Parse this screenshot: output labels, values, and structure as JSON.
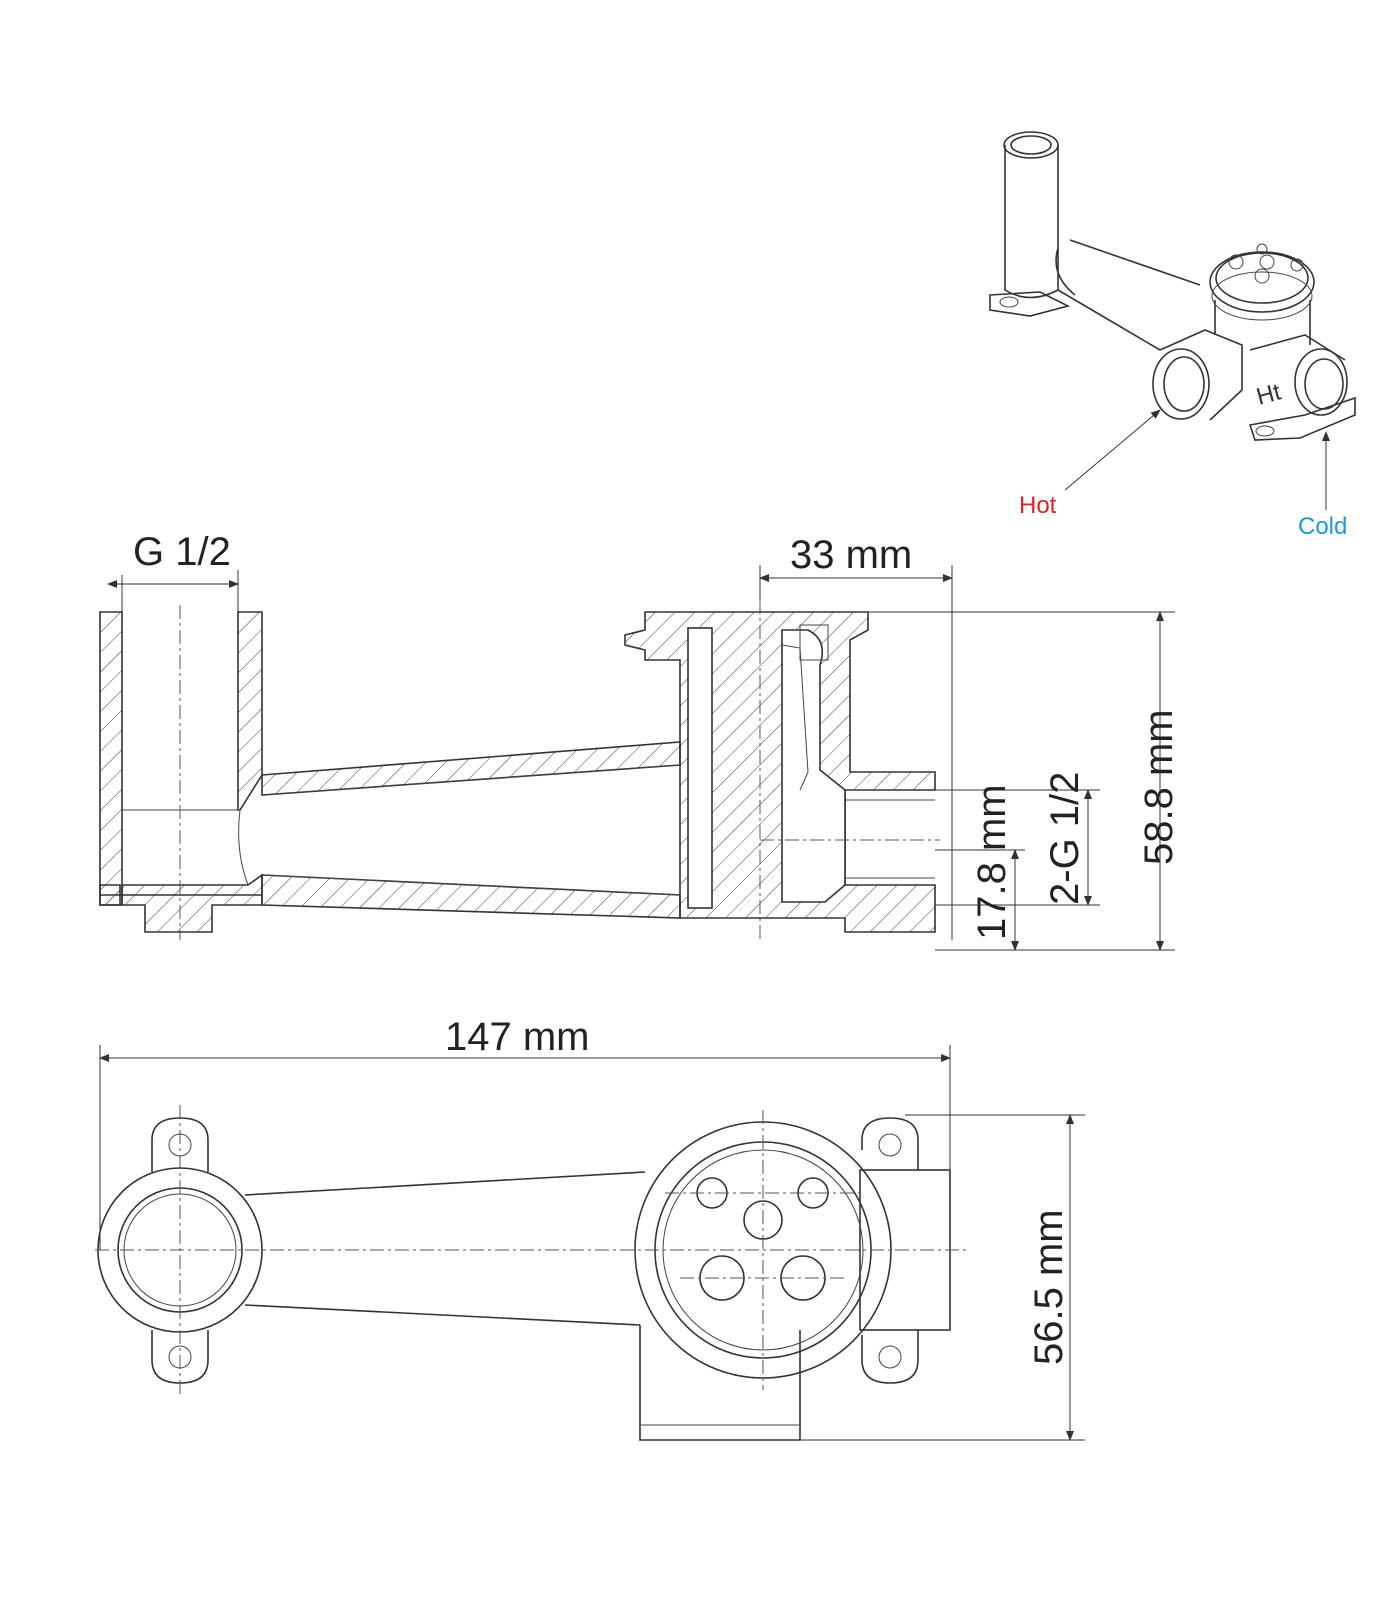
{
  "dimensions": {
    "thread_inlet": "G 1/2",
    "outlet_offset": "33 mm",
    "height": "58.8 mm",
    "outlet_thread": "2-G 1/2",
    "outlet_height": "17.8 mm",
    "length": "147 mm",
    "width": "56.5 mm"
  },
  "iso_view": {
    "hot_label": "Hot",
    "cold_label": "Cold",
    "hot_color": "#e0202a",
    "cold_color": "#1a9ad6",
    "embossed_mark": "Ht"
  }
}
